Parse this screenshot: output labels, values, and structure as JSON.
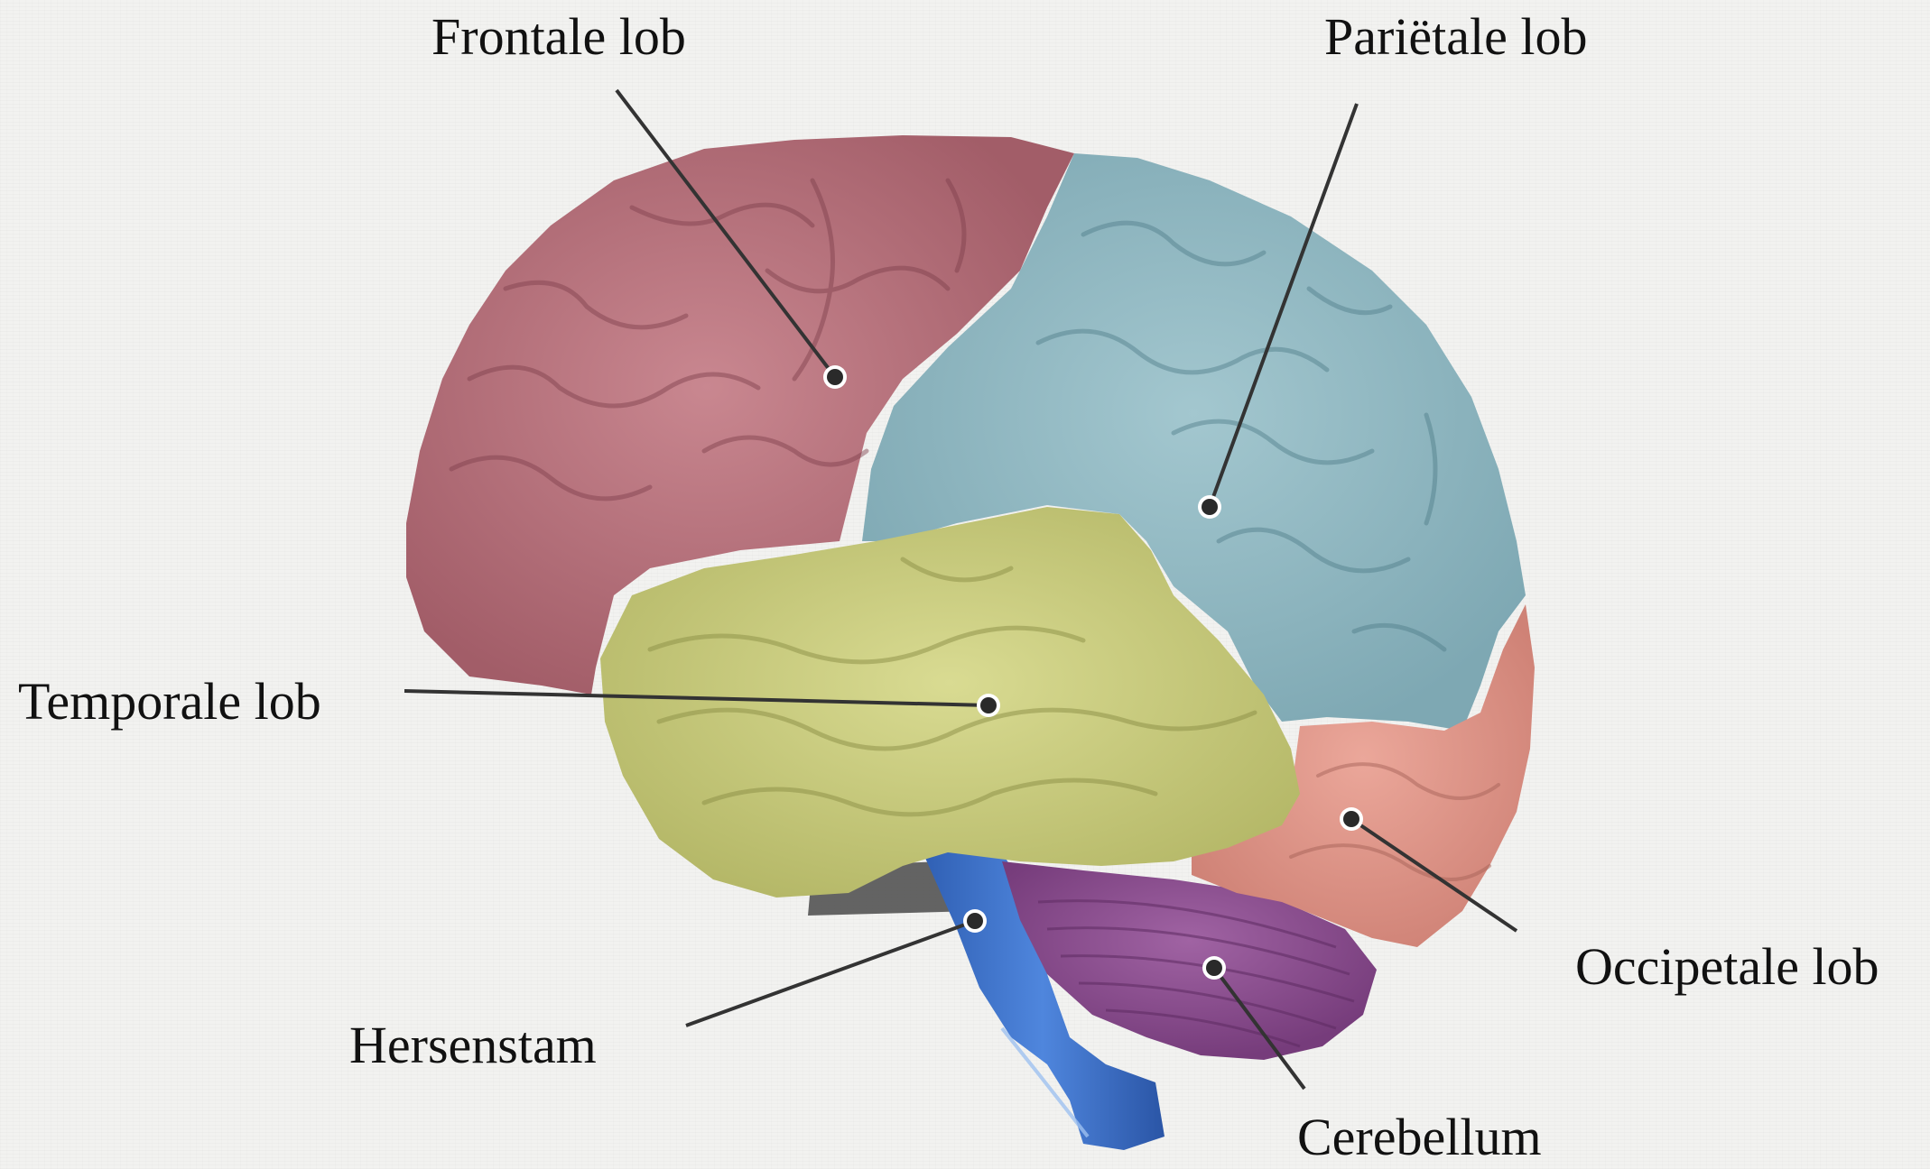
{
  "diagram": {
    "labels": {
      "frontal": "Frontale lob",
      "parietal": "Pariëtale lob",
      "temporal": "Temporale lob",
      "occipital": "Occipetale lob",
      "brainstem": "Hersenstam",
      "cerebellum": "Cerebellum"
    },
    "colors": {
      "frontal": "#b7707a",
      "parietal": "#8fb8c2",
      "temporal": "#c9cc7e",
      "occipital": "#e0958a",
      "brainstem": "#3a6fc7",
      "cerebellum": "#8e4f92",
      "leader_line": "#333333"
    }
  }
}
